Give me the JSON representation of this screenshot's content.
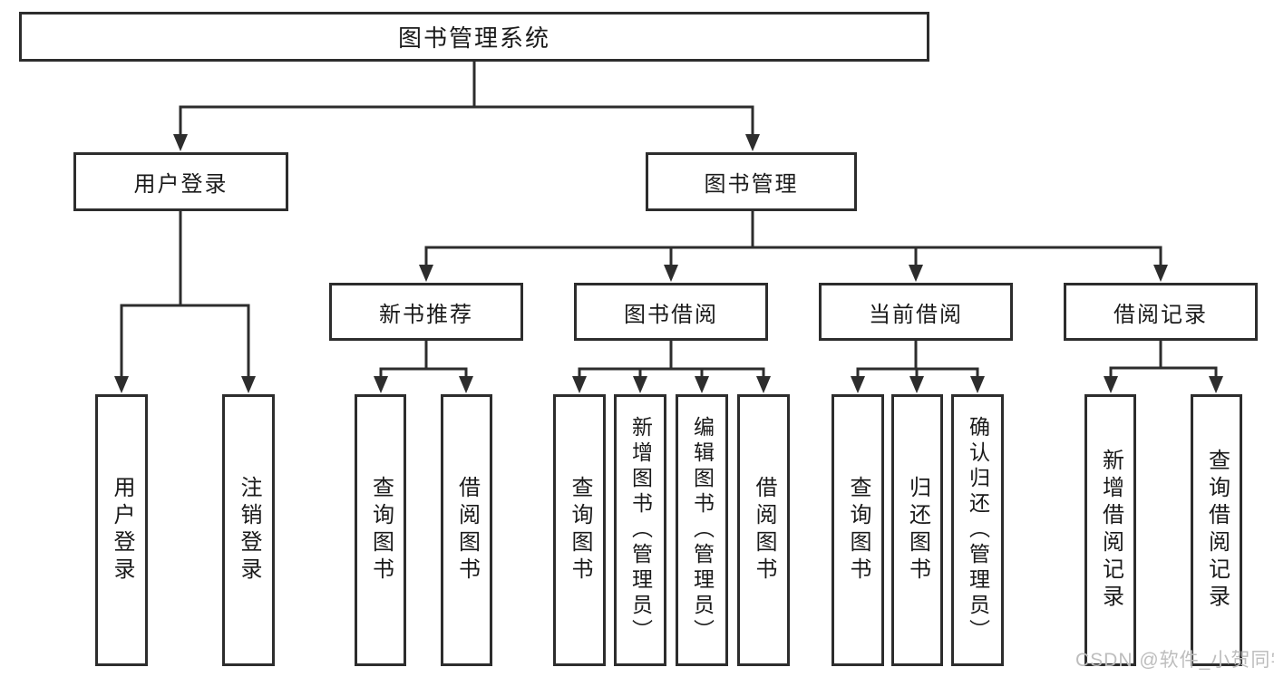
{
  "tree": {
    "root": {
      "label": "图书管理系统"
    },
    "branches": [
      {
        "label": "用户登录",
        "children": [
          {
            "label": "用户登录"
          },
          {
            "label": "注销登录"
          }
        ]
      },
      {
        "label": "图书管理",
        "sections": [
          {
            "label": "新书推荐",
            "children": [
              {
                "label": "查询图书"
              },
              {
                "label": "借阅图书"
              }
            ]
          },
          {
            "label": "图书借阅",
            "children": [
              {
                "label": "查询图书"
              },
              {
                "label": "新增图书（管理员）"
              },
              {
                "label": "编辑图书（管理员）"
              },
              {
                "label": "借阅图书"
              }
            ]
          },
          {
            "label": "当前借阅",
            "children": [
              {
                "label": "查询图书"
              },
              {
                "label": "归还图书"
              },
              {
                "label": "确认归还（管理员）"
              }
            ]
          },
          {
            "label": "借阅记录",
            "children": [
              {
                "label": "新增借阅记录"
              },
              {
                "label": "查询借阅记录"
              }
            ]
          }
        ]
      }
    ]
  },
  "watermark": {
    "text": "CSDN @软件_小贺同学"
  },
  "colors": {
    "line": "#2d2d2d",
    "box_border": "#2d2d2d",
    "box_fill": "#ffffff",
    "text": "#1a1a1a",
    "watermark": "#bdbdbd",
    "background": "#ffffff"
  }
}
